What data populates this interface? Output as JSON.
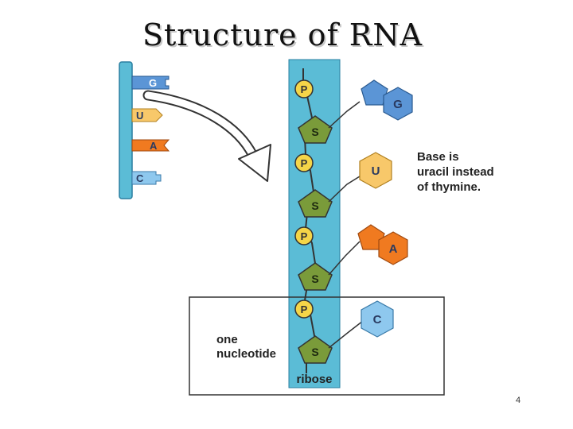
{
  "title": "Structure of RNA",
  "strand_legend": {
    "bases": [
      "G",
      "U",
      "A",
      "C"
    ]
  },
  "backbone": {
    "phosphate_label": "P",
    "sugar_label": "S",
    "sugar_name": "ribose"
  },
  "nucleotide_bases": [
    "G",
    "U",
    "A",
    "C"
  ],
  "callout": {
    "line1": "Base is",
    "line2": "uracil instead",
    "line3": "of thymine."
  },
  "nucleotide_label": {
    "line1": "one",
    "line2": "nucleotide"
  },
  "slide_number": "4",
  "colors": {
    "backbone": "#5bbcd6",
    "phosphate": "#f5d548",
    "sugar": "#7a9b3a",
    "G": "#5b95d6",
    "U": "#f8c86a",
    "A": "#f07a20",
    "C": "#8ec8ee"
  }
}
